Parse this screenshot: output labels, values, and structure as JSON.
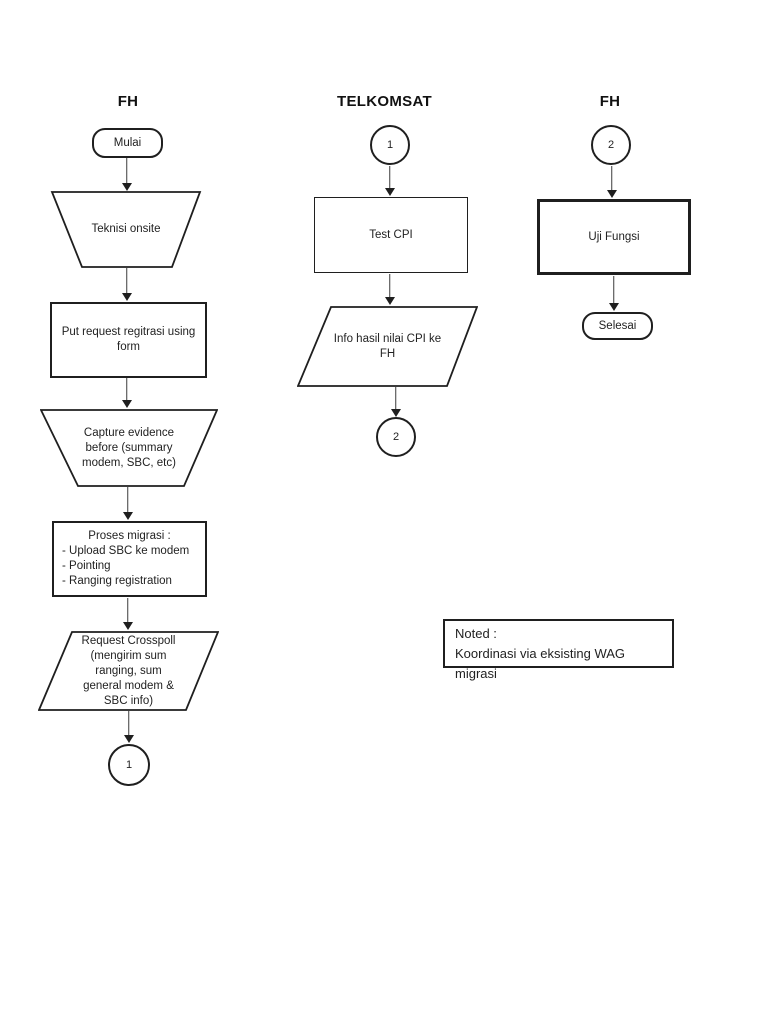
{
  "lanes": {
    "fh_left": {
      "header": "FH",
      "start": "Mulai",
      "teknisi_onsite": "Teknisi onsite",
      "put_request": "Put request regitrasi using form",
      "capture_evidence": "Capture evidence before (summary modem, SBC, etc)",
      "proses_migrasi_title": "Proses migrasi :",
      "proses_migrasi_items": [
        "- Upload SBC ke modem",
        "- Pointing",
        "- Ranging registration"
      ],
      "request_crosspoll": "Request Crosspoll (mengirim sum ranging, sum general modem & SBC info)",
      "connector_out": "1"
    },
    "telkomsat": {
      "header": "TELKOMSAT",
      "connector_in": "1",
      "test_cpi": "Test CPI",
      "info_hasil": "Info hasil nilai CPI ke FH",
      "connector_out": "2"
    },
    "fh_right": {
      "header": "FH",
      "connector_in": "2",
      "uji_fungsi": "Uji Fungsi",
      "end": "Selesai"
    }
  },
  "note": {
    "title": "Noted :",
    "body": "Koordinasi via eksisting WAG migrasi"
  },
  "colors": {
    "stroke": "#1f1f1f",
    "background": "#ffffff"
  }
}
